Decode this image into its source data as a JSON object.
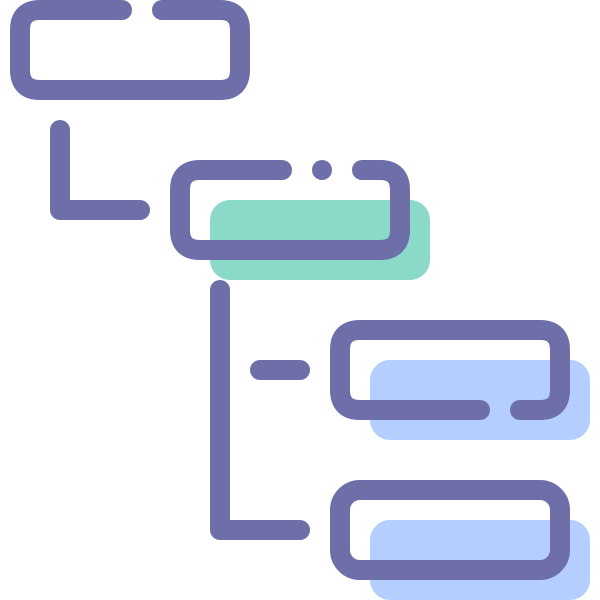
{
  "icon": {
    "name": "hierarchy-tree-icon",
    "colors": {
      "outline": "#6e6fa8",
      "root_fill": "#ffffff",
      "child_highlight": "#8ad9c9",
      "leaf_highlight": "#b3ceff"
    },
    "nodes": [
      {
        "name": "root-node",
        "level": 0
      },
      {
        "name": "child-node",
        "level": 1
      },
      {
        "name": "leaf-node-1",
        "level": 2
      },
      {
        "name": "leaf-node-2",
        "level": 2
      }
    ]
  }
}
